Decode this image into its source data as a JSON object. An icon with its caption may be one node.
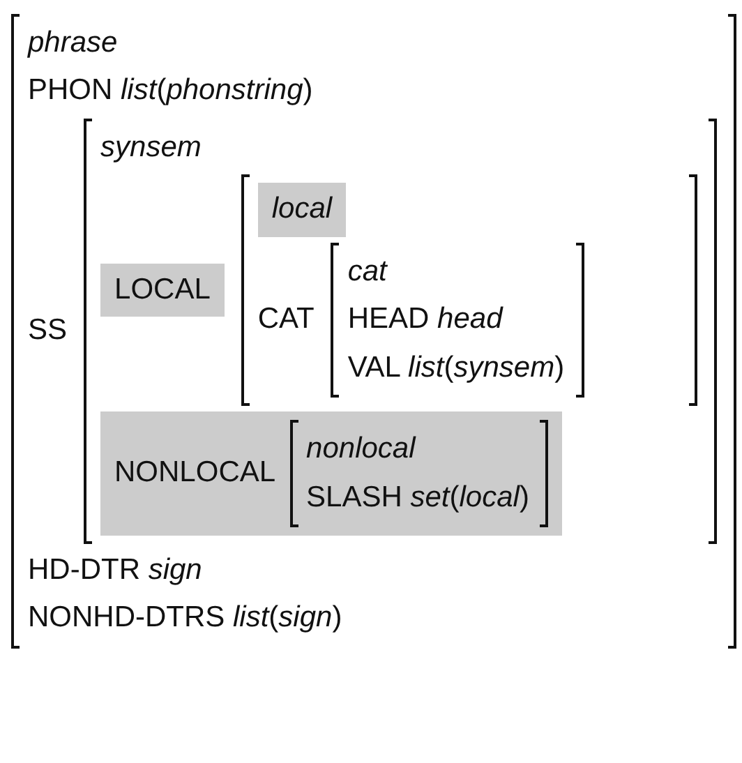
{
  "diagram": {
    "nodes": [
      {
        "text": [
          "phrase",
          "PHON *list*(*phonstring*)",
          "SS",
          "HD-DTR *sign*",
          "NONHD-DTRS *list*(*sign*)"
        ]
      },
      {
        "text": [
          "synsem"
        ],
        "in": 0
      },
      {
        "text": [
          "LOCAL"
        ],
        "in": 1
      },
      {
        "text": [
          "CAT"
        ],
        "in": 1
      },
      {
        "text": [
          "local"
        ],
        "in": 3
      },
      {
        "text": [
          "cat",
          "HEAD *head*",
          "VAL *list*(*synsem*)"
        ],
        "in": 3
      },
      {
        "text": [
          "NONLOCAL"
        ],
        "in": 1
      },
      {
        "text": [
          "nonlocal",
          "SLASH *set*(*local*)"
        ],
        "in": 6
      }
    ]
  }
}
